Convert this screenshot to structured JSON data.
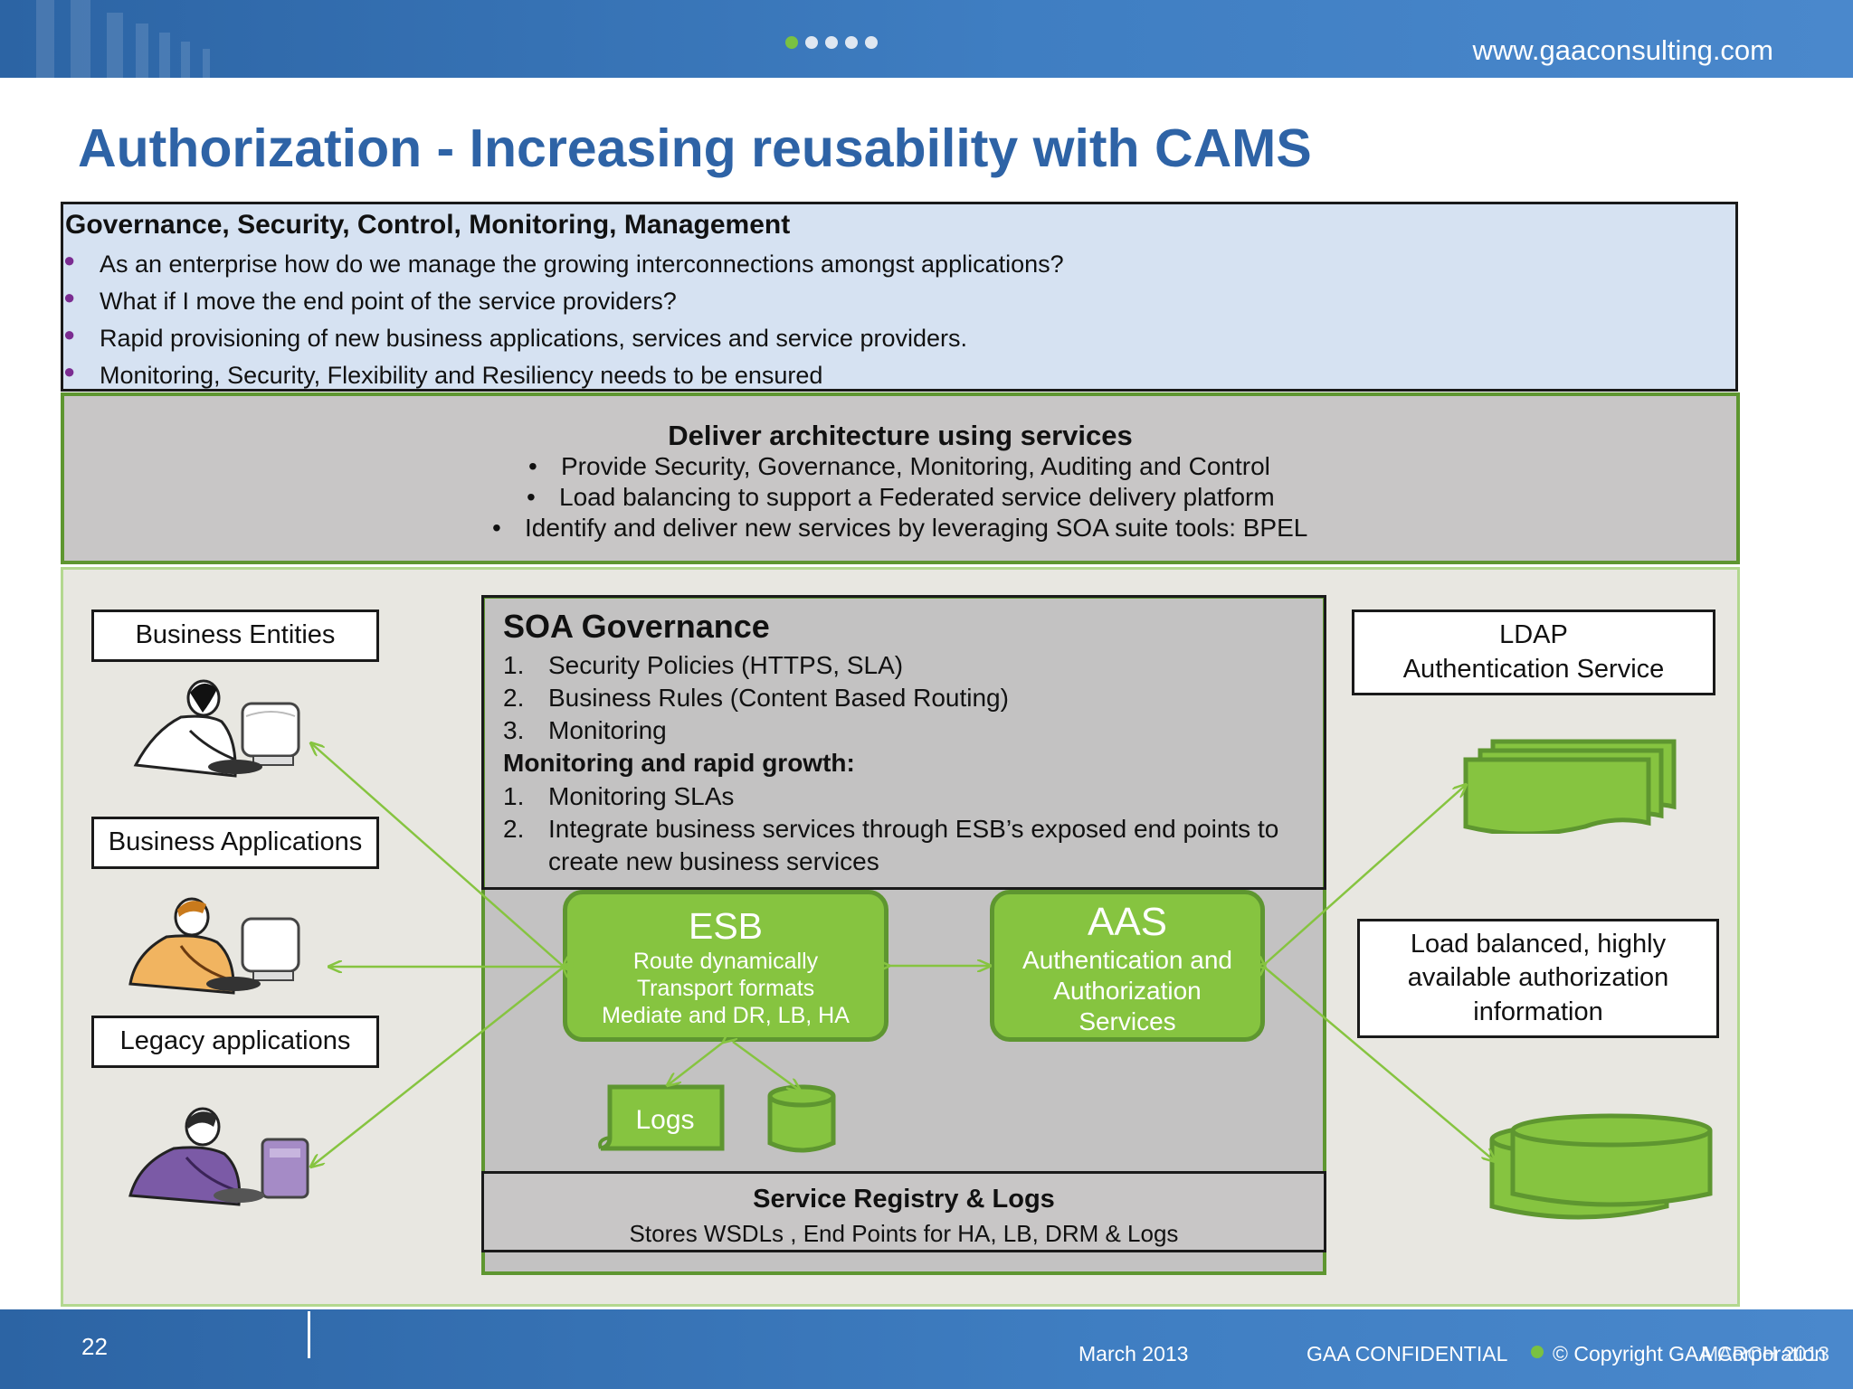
{
  "header": {
    "site_url": "www.gaaconsulting.com",
    "nav_dots": 5,
    "active_dot": 0
  },
  "title": "Authorization - Increasing reusability with CAMS",
  "governance": {
    "heading": "Governance, Security, Control, Monitoring, Management",
    "items": [
      "As an enterprise how do we manage the growing interconnections amongst applications?",
      "What if I move the end point of the service providers?",
      "Rapid provisioning of new business applications, services and service providers.",
      "Monitoring, Security, Flexibility and Resiliency needs to be ensured"
    ]
  },
  "deliver": {
    "heading": "Deliver architecture using services",
    "items": [
      "Provide Security, Governance, Monitoring, Auditing and Control",
      "Load balancing to support a Federated service delivery platform",
      "Identify and deliver new services by leveraging SOA suite tools: BPEL"
    ]
  },
  "left_column": {
    "business_entities": "Business Entities",
    "business_applications": "Business Applications",
    "legacy_applications": "Legacy applications"
  },
  "soa": {
    "title": "SOA Governance",
    "items": [
      {
        "num": "1.",
        "text": "Security Policies (HTTPS, SLA)"
      },
      {
        "num": "2.",
        "text": "Business Rules (Content Based Routing)"
      },
      {
        "num": "3.",
        "text": "Monitoring"
      }
    ],
    "subheading": "Monitoring and rapid growth:",
    "sub_items": [
      {
        "num": "1.",
        "text": "Monitoring SLAs"
      },
      {
        "num": "2.",
        "text": "Integrate  business services through ESB’s exposed end points to",
        "continuation": "create new business services"
      }
    ]
  },
  "esb": {
    "title": "ESB",
    "lines": [
      "Route dynamically",
      "Transport formats",
      "Mediate and DR, LB, HA"
    ]
  },
  "aas": {
    "title": "AAS",
    "lines": [
      "Authentication and",
      "Authorization",
      "Services"
    ]
  },
  "logs_label": "Logs",
  "registry": {
    "title": "Service Registry & Logs",
    "subtitle": "Stores WSDLs , End Points for HA, LB, DRM & Logs"
  },
  "right_column": {
    "ldap_line1": "LDAP",
    "ldap_line2": "Authentication Service",
    "lb_line1": "Load balanced, highly",
    "lb_line2": "available authorization",
    "lb_line3": "information"
  },
  "footer": {
    "page_number": "22",
    "date": "March 2013",
    "confidential": "GAA CONFIDENTIAL",
    "copyright": "© Copyright GAA Corporation",
    "overlap_date": "MARCH 2013"
  },
  "colors": {
    "header_blue": "#2e63a6",
    "accent_green": "#86c440",
    "border_green": "#5e9630",
    "governance_bg": "#d6e2f2",
    "deliver_bg": "#c8c6c6",
    "bullet_purple": "#7b2c91"
  }
}
